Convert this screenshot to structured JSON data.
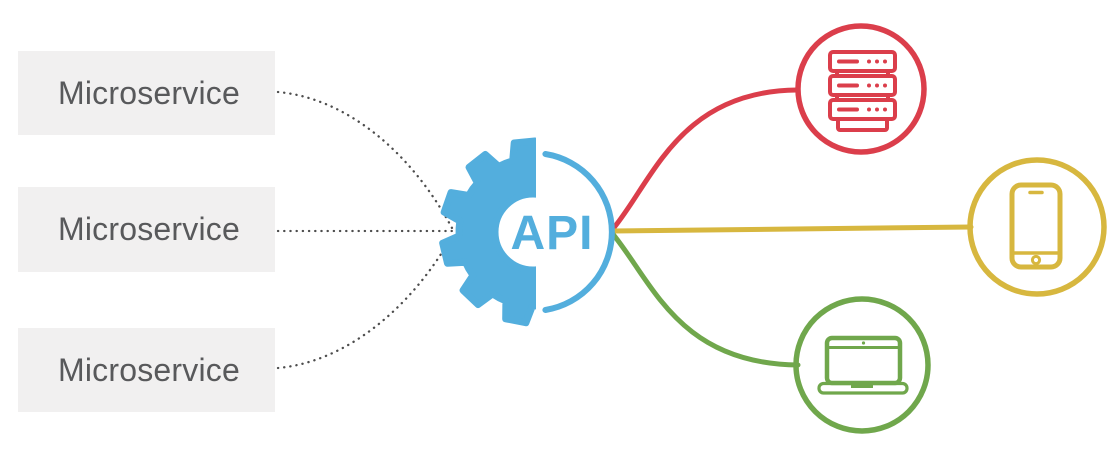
{
  "diagram": {
    "type": "api-gateway-microservices",
    "microservices": [
      {
        "label": "Microservice"
      },
      {
        "label": "Microservice"
      },
      {
        "label": "Microservice"
      }
    ],
    "gateway": {
      "label": "API"
    },
    "nodes": {
      "top_right": {
        "icon": "server-rack-icon",
        "color": "#db3e4b"
      },
      "middle_right": {
        "icon": "smartphone-icon",
        "color": "#d7b73f"
      },
      "bottom_right": {
        "icon": "laptop-icon",
        "color": "#70a74c"
      }
    },
    "colors": {
      "gateway_blue": "#53aedd",
      "red": "#db3e4b",
      "yellow": "#d7b73f",
      "green": "#70a74c",
      "box_background": "#f1f0f0",
      "box_text": "#58595b",
      "dotted_line": "#4d4d4d",
      "background": "#ffffff"
    },
    "connector_styles": {
      "left_connectors": "dotted gray curves converging into gear",
      "right_connectors": "solid colored curves fanning out from API circle"
    }
  }
}
